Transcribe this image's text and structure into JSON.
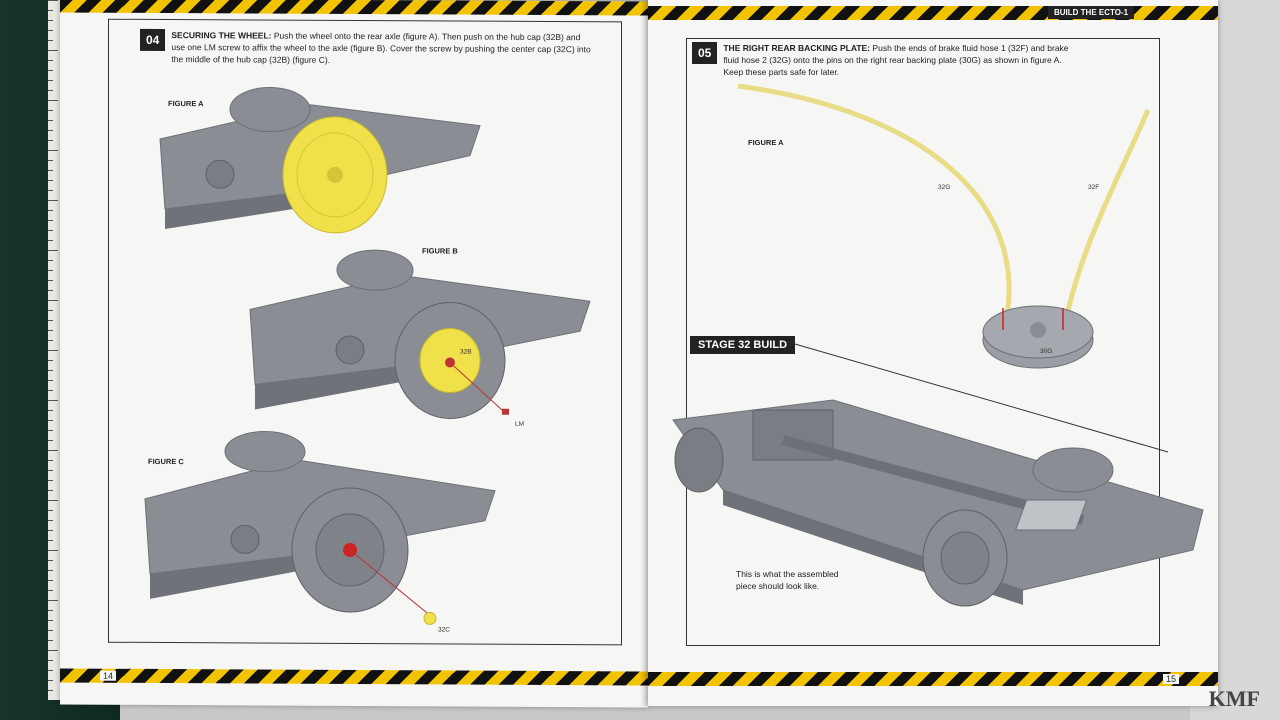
{
  "left_page": {
    "step_number": "04",
    "step_title": "SECURING THE WHEEL:",
    "step_text": " Push the wheel onto the rear axle (figure A). Then push on the hub cap (32B) and use one LM screw to affix the wheel to the axle (figure B). Cover the screw by pushing the center cap (32C) into the middle of the hub cap (32B) (figure C).",
    "figure_a": "FIGURE A",
    "figure_b": "FIGURE B",
    "figure_c": "FIGURE C",
    "part_32b": "32B",
    "part_lm": "LM",
    "part_32c": "32C",
    "page_number": "14"
  },
  "right_page": {
    "header": "BUILD THE ECTO-1",
    "step_number": "05",
    "step_title": "THE RIGHT REAR BACKING PLATE:",
    "step_text": " Push the ends of brake fluid hose 1 (32F) and brake fluid hose 2 (32G) onto the pins on the right rear backing plate (30G) as shown in figure A. Keep these parts safe for later.",
    "figure_a": "FIGURE A",
    "part_32g": "32G",
    "part_32f": "32F",
    "part_30g": "30G",
    "stage_label": "STAGE 32 BUILD",
    "caption": "This is what the assembled piece should look like.",
    "page_number": "15"
  },
  "watermark": "KMF",
  "colors": {
    "hazard_yellow": "#f2c300",
    "part_yellow": "#f0e04a",
    "chassis_gray": "#8a8d93",
    "mat_green": "#16352a"
  }
}
